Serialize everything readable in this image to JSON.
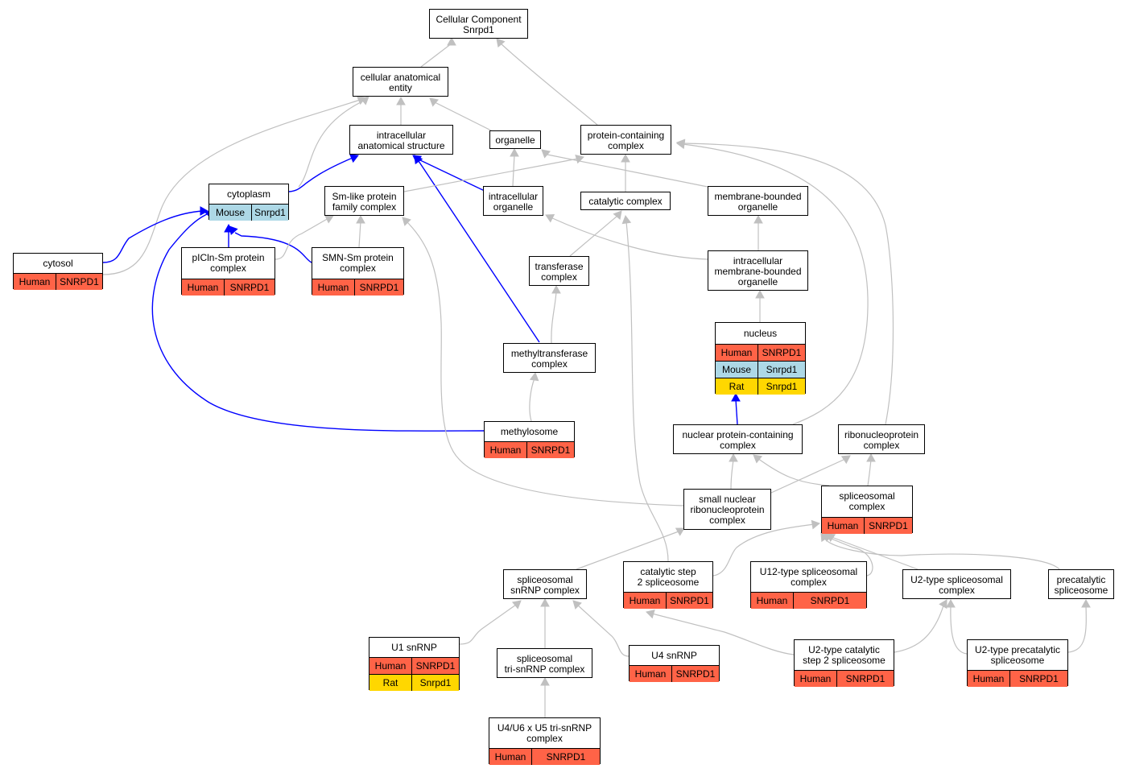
{
  "colors": {
    "is_a_edge": "#c0c0c0",
    "part_of_edge": "#0000ff",
    "Human": "#ff6347",
    "Mouse": "#add8e6",
    "Rat": "#ffd700"
  },
  "nodes": {
    "root": {
      "label": "Cellular Component\nSnrpd1",
      "rows": []
    },
    "cae": {
      "label": "cellular anatomical\nentity",
      "rows": []
    },
    "ias": {
      "label": "intracellular\nanatomical structure",
      "rows": []
    },
    "organelle": {
      "label": "organelle",
      "rows": []
    },
    "pcc": {
      "label": "protein-containing\ncomplex",
      "rows": []
    },
    "cytoplasm": {
      "label": "cytoplasm",
      "rows": [
        [
          "Mouse",
          "Snrpd1"
        ]
      ]
    },
    "smlike": {
      "label": "Sm-like protein\nfamily complex",
      "rows": []
    },
    "intraorg": {
      "label": "intracellular\norganelle",
      "rows": []
    },
    "catalytic": {
      "label": "catalytic complex",
      "rows": []
    },
    "mbo": {
      "label": "membrane-bounded\norganelle",
      "rows": []
    },
    "cytosol": {
      "label": "cytosol",
      "rows": [
        [
          "Human",
          "SNRPD1"
        ]
      ]
    },
    "picln": {
      "label": "pICln-Sm protein\ncomplex",
      "rows": [
        [
          "Human",
          "SNRPD1"
        ]
      ]
    },
    "smn": {
      "label": "SMN-Sm protein\ncomplex",
      "rows": [
        [
          "Human",
          "SNRPD1"
        ]
      ]
    },
    "transferase": {
      "label": "transferase\ncomplex",
      "rows": []
    },
    "imbo": {
      "label": "intracellular\nmembrane-bounded\norganelle",
      "rows": []
    },
    "nucleus": {
      "label": "nucleus",
      "rows": [
        [
          "Human",
          "SNRPD1"
        ],
        [
          "Mouse",
          "Snrpd1"
        ],
        [
          "Rat",
          "Snrpd1"
        ]
      ]
    },
    "methyltransferase": {
      "label": "methyltransferase\ncomplex",
      "rows": []
    },
    "methylosome": {
      "label": "methylosome",
      "rows": [
        [
          "Human",
          "SNRPD1"
        ]
      ]
    },
    "npcc": {
      "label": "nuclear protein-containing\ncomplex",
      "rows": []
    },
    "rnp": {
      "label": "ribonucleoprotein\ncomplex",
      "rows": []
    },
    "snrnp": {
      "label": "small nuclear\nribonucleoprotein\ncomplex",
      "rows": []
    },
    "spliceosomal": {
      "label": "spliceosomal\ncomplex",
      "rows": [
        [
          "Human",
          "SNRPD1"
        ]
      ]
    },
    "snRNPcomplex": {
      "label": "spliceosomal\nsnRNP complex",
      "rows": []
    },
    "catstep2": {
      "label": "catalytic step\n2 spliceosome",
      "rows": [
        [
          "Human",
          "SNRPD1"
        ]
      ]
    },
    "u12": {
      "label": "U12-type spliceosomal\ncomplex",
      "rows": [
        [
          "Human",
          "SNRPD1"
        ]
      ]
    },
    "u2type": {
      "label": "U2-type spliceosomal\ncomplex",
      "rows": []
    },
    "precatalytic": {
      "label": "precatalytic\nspliceosome",
      "rows": []
    },
    "u1": {
      "label": "U1 snRNP",
      "rows": [
        [
          "Human",
          "SNRPD1"
        ],
        [
          "Rat",
          "Snrpd1"
        ]
      ]
    },
    "trisnrnp": {
      "label": "spliceosomal\ntri-snRNP complex",
      "rows": []
    },
    "u4": {
      "label": "U4 snRNP",
      "rows": [
        [
          "Human",
          "SNRPD1"
        ]
      ]
    },
    "u2cat": {
      "label": "U2-type catalytic\nstep 2 spliceosome",
      "rows": [
        [
          "Human",
          "SNRPD1"
        ]
      ]
    },
    "u2pre": {
      "label": "U2-type precatalytic\nspliceosome",
      "rows": [
        [
          "Human",
          "SNRPD1"
        ]
      ]
    },
    "u4u6": {
      "label": "U4/U6 x U5 tri-snRNP\ncomplex",
      "rows": [
        [
          "Human",
          "SNRPD1"
        ]
      ]
    }
  }
}
